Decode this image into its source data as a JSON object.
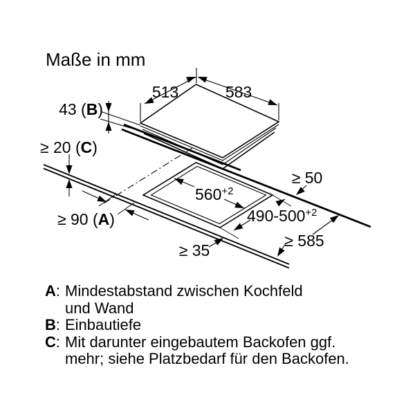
{
  "title": "Maße in mm",
  "diagram": {
    "labels": {
      "dim_top_left": "513",
      "dim_top_right": "583",
      "depth": {
        "pre": "43 (",
        "letter": "B",
        "post": ")"
      },
      "clearance_below": {
        "pre": "≥ 20 (",
        "letter": "C",
        "post": ")"
      },
      "wall_distance": {
        "pre": "≥ 90 (",
        "letter": "A",
        "post": ")"
      },
      "cutout_width": {
        "value": "560",
        "tolerance": "+2"
      },
      "cutout_depth": {
        "value": "490-500",
        "tolerance": "+2"
      },
      "rear_clearance": "≥ 50",
      "worktop_depth": "≥ 585",
      "front_clearance": "≥ 35"
    }
  },
  "legend": {
    "rows": [
      {
        "letter": "A",
        "sep": ":",
        "text": "Mindestabstand zwischen Kochfeld"
      },
      {
        "letter": "",
        "sep": "",
        "text": "und Wand"
      },
      {
        "letter": "B",
        "sep": ":",
        "text": "Einbautiefe"
      },
      {
        "letter": "C",
        "sep": ":",
        "text": "Mit darunter eingebautem Backofen ggf."
      },
      {
        "letter": "",
        "sep": "",
        "text": "mehr; siehe Platzbedarf für den Backofen."
      }
    ]
  },
  "colors": {
    "ink": "#000000",
    "background": "#ffffff"
  }
}
